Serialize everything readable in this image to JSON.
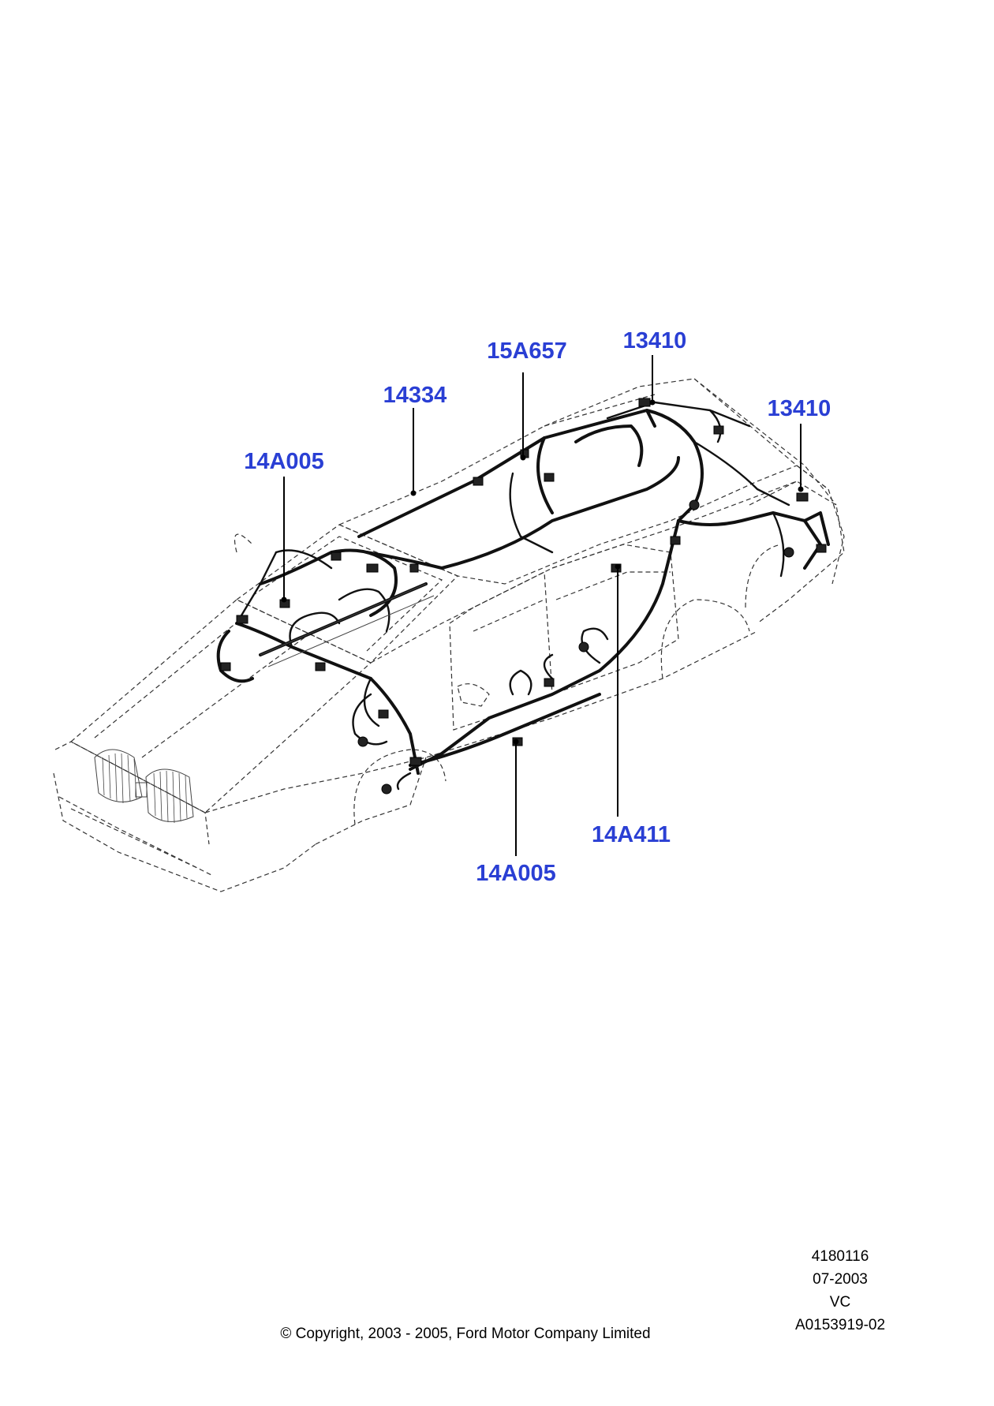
{
  "diagram": {
    "accent_color": "#2a3fd4",
    "callouts": [
      {
        "id": "c1",
        "label": "14A005"
      },
      {
        "id": "c2",
        "label": "14334"
      },
      {
        "id": "c3",
        "label": "15A657"
      },
      {
        "id": "c4",
        "label": "13410"
      },
      {
        "id": "c5",
        "label": "13410"
      },
      {
        "id": "c6",
        "label": "14A411"
      },
      {
        "id": "c7",
        "label": "14A005"
      }
    ]
  },
  "reference": {
    "number": "4180116",
    "date": "07-2003",
    "code": "VC",
    "illustration_id": "A0153919-02"
  },
  "footer": {
    "copyright": "© Copyright, 2003 - 2005, Ford Motor Company Limited"
  }
}
